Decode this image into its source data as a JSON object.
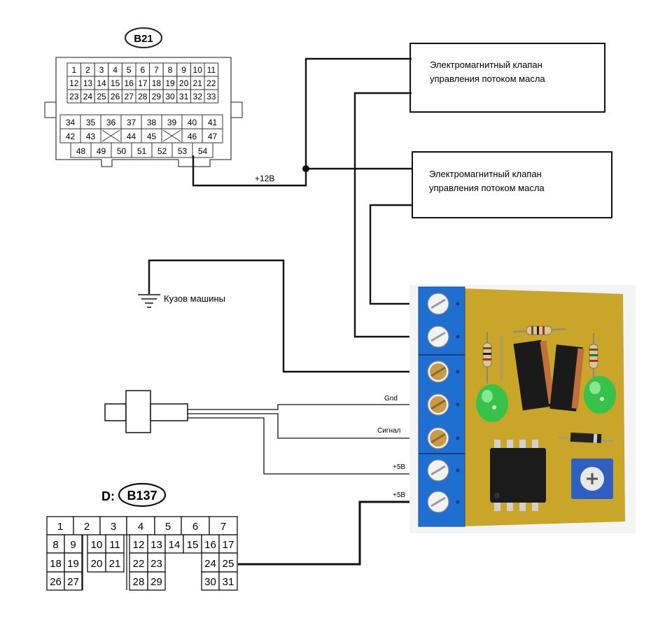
{
  "connector_b21": {
    "label": "B21",
    "rows": [
      [
        "1",
        "2",
        "3",
        "4",
        "5",
        "6",
        "7",
        "8",
        "9",
        "10",
        "11"
      ],
      [
        "12",
        "13",
        "14",
        "15",
        "16",
        "17",
        "18",
        "19",
        "20",
        "21",
        "22"
      ],
      [
        "23",
        "24",
        "25",
        "26",
        "27",
        "28",
        "29",
        "30",
        "31",
        "32",
        "33"
      ],
      [
        "34",
        "35",
        "36",
        "37",
        "38",
        "39",
        "40",
        "41"
      ],
      [
        "42",
        "43",
        "",
        "44",
        "45",
        "",
        "46",
        "47"
      ],
      [
        "48",
        "49",
        "50",
        "51",
        "52",
        "53",
        "54"
      ]
    ]
  },
  "connector_b137": {
    "prefix": "D:",
    "label": "B137",
    "rows": [
      [
        "1",
        "2",
        "3",
        "4",
        "5",
        "6",
        "7"
      ],
      [
        "8",
        "9",
        "10",
        "11",
        "12",
        "13",
        "14",
        "15",
        "16",
        "17"
      ],
      [
        "18",
        "19",
        "20",
        "21",
        "22",
        "23",
        "",
        "24",
        "25"
      ],
      [
        "26",
        "27",
        "",
        "28",
        "29",
        "",
        "30",
        "31"
      ]
    ]
  },
  "labels": {
    "valve1_line1": "Электромагнитный клапан",
    "valve1_line2": "управления потоком масла",
    "valve2_line1": "Электромагнитный клапан",
    "valve2_line2": "управления потоком масла",
    "supply": "+12В",
    "ground": "Кузов машины",
    "gnd": "Gnd",
    "signal": "Сигнал",
    "plus5_a": "+5В",
    "plus5_b": "+5В"
  },
  "colors": {
    "wire": "#111111",
    "pcb": "#c9a52a",
    "terminal": "#1f6fd0",
    "led": "#37c24a"
  }
}
